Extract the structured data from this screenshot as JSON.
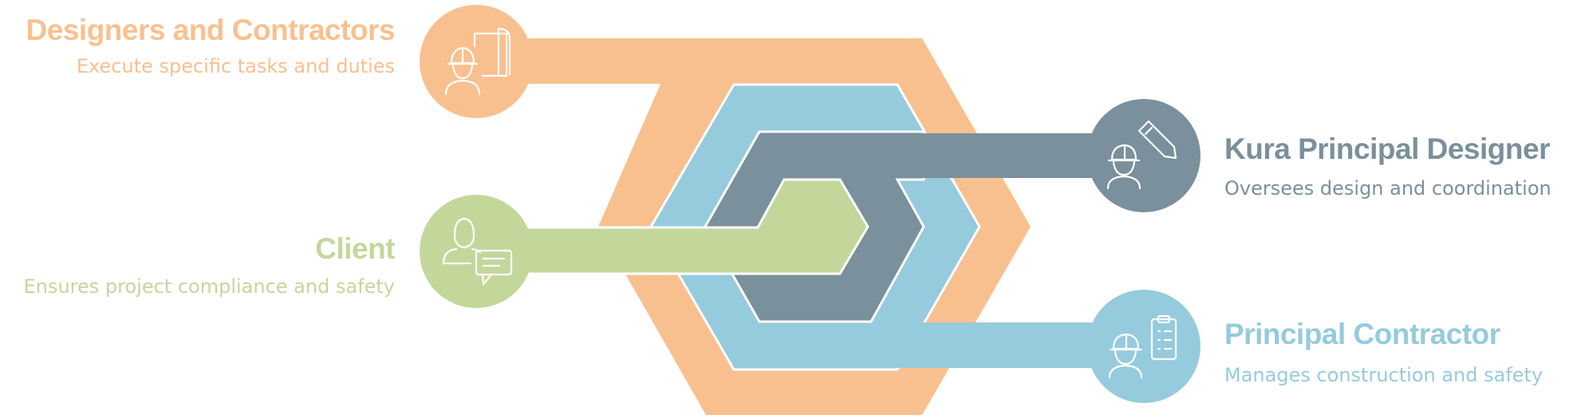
{
  "colors": {
    "orange": "#F9C08F",
    "blue": "#95CBDD",
    "slate": "#7A909C",
    "green": "#C4D79B",
    "white": "#ffffff"
  },
  "roles": {
    "designers": {
      "title": "Designers and Contractors",
      "description": "Execute specific tasks and duties",
      "icon": "worker-blueprint-icon"
    },
    "client": {
      "title": "Client",
      "description": "Ensures project compliance and safety",
      "icon": "person-chat-icon"
    },
    "principal_designer": {
      "title": "Kura Principal Designer",
      "description": "Oversees design and coordination",
      "icon": "worker-pencil-icon"
    },
    "principal_contractor": {
      "title": "Principal Contractor",
      "description": "Manages construction and safety",
      "icon": "worker-clipboard-icon"
    }
  }
}
